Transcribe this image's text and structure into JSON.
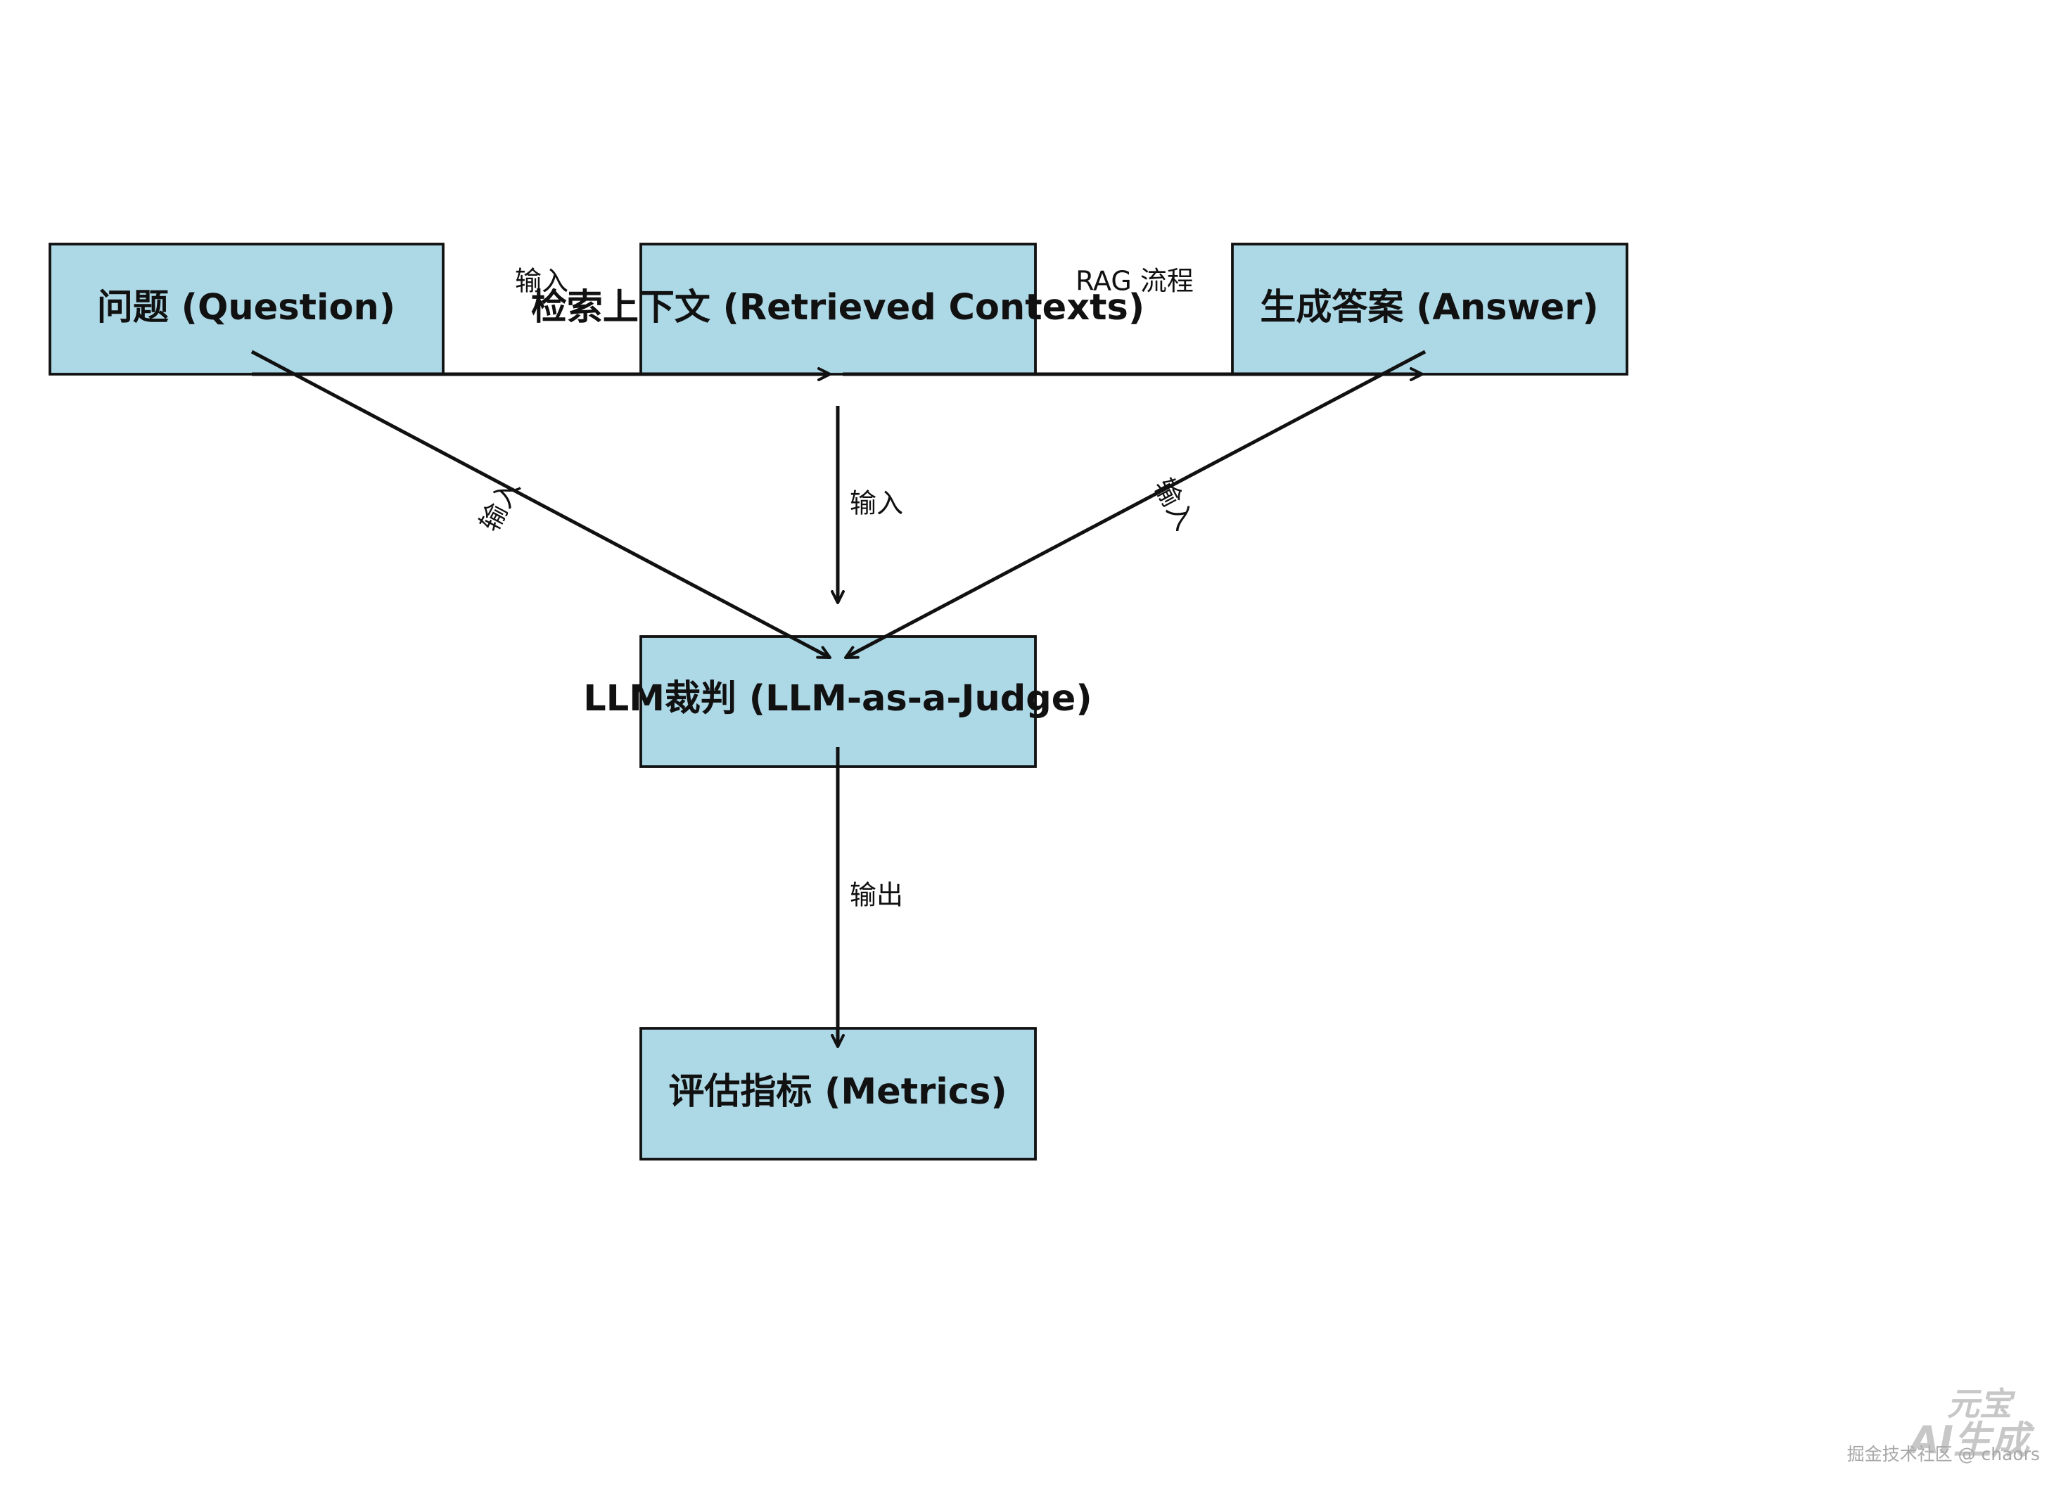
{
  "diagram": {
    "nodes": {
      "question": "问题 (Question)",
      "contexts": "检索上下文 (Retrieved Contexts)",
      "answer": "生成答案 (Answer)",
      "judge": "LLM裁判 (LLM-as-a-Judge)",
      "metrics": "评估指标 (Metrics)"
    },
    "edges": {
      "question_to_contexts": "输入",
      "contexts_to_answer": "RAG 流程",
      "question_to_judge": "输入",
      "contexts_to_judge": "输入",
      "answer_to_judge": "输入",
      "judge_to_metrics": "输出"
    },
    "colors": {
      "node_fill": "#add8e6",
      "stroke": "#111111"
    }
  },
  "watermark": {
    "logo_line1": "元宝",
    "logo_line2": "AI生成",
    "credit": "掘金技术社区 @ chaors"
  }
}
